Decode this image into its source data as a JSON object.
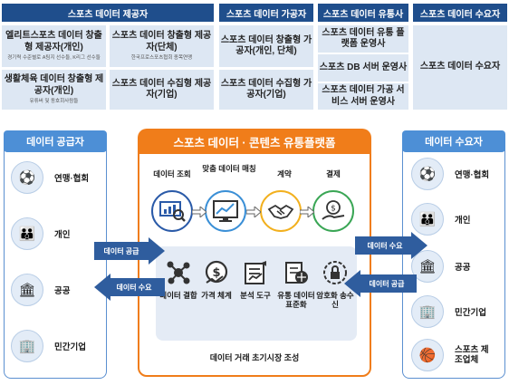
{
  "top_table": {
    "headers": [
      {
        "text": "스포츠 데이터 제공자"
      },
      {
        "text": "스포츠 데이터 가공자"
      },
      {
        "text": "스포츠 데이터 유통사"
      },
      {
        "text": "스포츠 데이터 수요자"
      }
    ],
    "provider_cells": [
      {
        "title": "엘리트스포츠 데이터 창출형 제공자(개인)",
        "sub": "경기력 수준별로 A팀지 선수들, K리그 선수들"
      },
      {
        "title": "스포츠 데이터 창출형 제공자(단체)",
        "sub": "한국프로스포츠협회 종목연맹"
      },
      {
        "title": "생활체육 데이터 창출형 제공자(개인)",
        "sub": "유튜버 및 동호회사람들"
      },
      {
        "title": "스포츠 데이터 수집형 제공자(기업)",
        "sub": ""
      }
    ],
    "processor_cells": [
      {
        "title": "스포츠 데이터 창출형 가공자(개인, 단체)"
      },
      {
        "title": "스포츠 데이터 수집형 가공자(기업)"
      }
    ],
    "distributor_cells": [
      {
        "title": "스포츠 데이터 유통 플랫폼 운영사"
      },
      {
        "title": "스포츠 DB 서버 운영사"
      },
      {
        "title": "스포츠 데이터 가공 서비스 서버 운영사"
      }
    ],
    "consumer_cell": {
      "title": "스포츠 데이터 수요자"
    }
  },
  "left_panel": {
    "title": "데이터 공급자",
    "items": [
      {
        "label": "연맹·협회",
        "icon": "sports-balls-icon"
      },
      {
        "label": "개인",
        "icon": "people-icon"
      },
      {
        "label": "공공",
        "icon": "government-building-icon"
      },
      {
        "label": "민간기업",
        "icon": "company-icon"
      }
    ]
  },
  "right_panel": {
    "title": "데이터 수요자",
    "items": [
      {
        "label": "연맹·협회",
        "icon": "sports-balls-icon"
      },
      {
        "label": "개인",
        "icon": "people-icon"
      },
      {
        "label": "공공",
        "icon": "government-building-icon"
      },
      {
        "label": "민간기업",
        "icon": "company-icon"
      },
      {
        "label": "스포츠 제조업체",
        "icon": "sports-gear-icon"
      }
    ]
  },
  "platform": {
    "title": "스포츠 데이터 · 콘텐츠 유통플랫폼",
    "steps": [
      {
        "label": "데이터 조회",
        "icon": "data-search-icon",
        "color": "#2a5aa8"
      },
      {
        "label": "맞춤 데이터 매칭",
        "icon": "chart-matching-icon",
        "color": "#3a8fd6"
      },
      {
        "label": "계약",
        "icon": "handshake-icon",
        "color": "#f2b01e"
      },
      {
        "label": "결제",
        "icon": "payment-icon",
        "color": "#3aa655"
      }
    ],
    "tools": [
      {
        "label": "데이터 결합",
        "icon": "data-combine-icon"
      },
      {
        "label": "가격 체계",
        "icon": "pricing-icon"
      },
      {
        "label": "분석 도구",
        "icon": "analysis-tool-icon"
      },
      {
        "label": "유통 데이터 표준화",
        "icon": "standardization-icon"
      },
      {
        "label": "암호화 송수신",
        "icon": "encryption-icon"
      }
    ],
    "footer": "데이터 거래 초기시장 조성"
  },
  "flows": {
    "left_supply": "데이터 공급",
    "left_demand": "데이터 수요",
    "right_demand": "데이터 수요",
    "right_supply": "데이터 공급"
  },
  "colors": {
    "header_navy": "#1f4e8c",
    "cell_bg": "#dde7f3",
    "panel_blue": "#4d8fd6",
    "platform_orange": "#f07d1a",
    "arrow_blue": "#2f5d9e"
  }
}
